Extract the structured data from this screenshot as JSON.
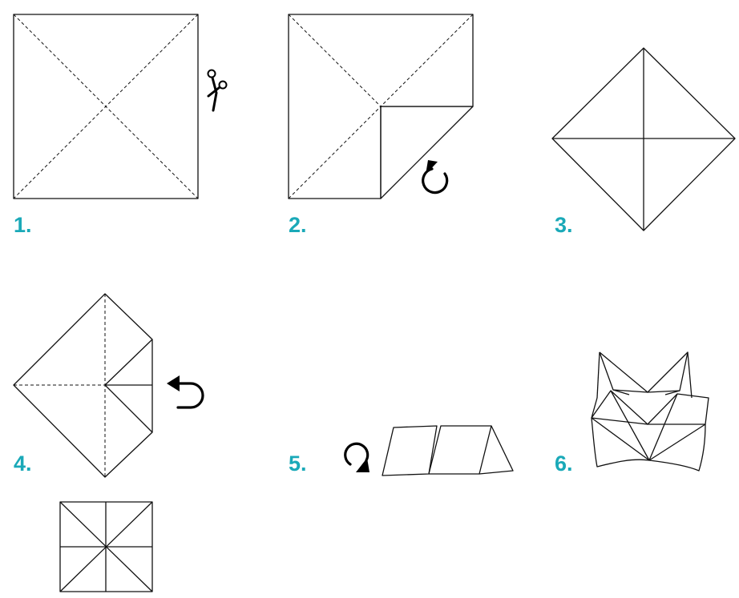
{
  "accent_color": "#1aa9b8",
  "steps": [
    {
      "label": "1.",
      "icon": "scissors-icon"
    },
    {
      "label": "2.",
      "icon": "rotate-arrow-icon"
    },
    {
      "label": "3."
    },
    {
      "label": "4.",
      "icon": "fold-back-arrow-icon"
    },
    {
      "label": "5.",
      "icon": "turn-over-arrow-icon"
    },
    {
      "label": "6."
    }
  ]
}
